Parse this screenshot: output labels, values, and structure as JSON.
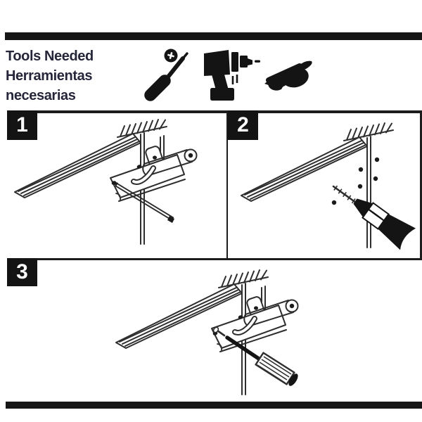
{
  "colors": {
    "background": "#ffffff",
    "divider_bar": "#161616",
    "line_art": "#2e2e2e",
    "badge_background": "#141414",
    "badge_text": "#ffffff",
    "tools_text": "#26263a"
  },
  "tools_section": {
    "lines": [
      "Tools Needed",
      "Herramientas",
      "necesarias"
    ],
    "icons": [
      {
        "name": "phillips-screwdriver-icon"
      },
      {
        "name": "power-drill-icon"
      },
      {
        "name": "safety-glasses-icon"
      }
    ]
  },
  "steps": [
    {
      "number": "1",
      "illustration": "mark-screw-holes-with-pencil-on-latch"
    },
    {
      "number": "2",
      "illustration": "drill-pilot-holes-at-marks"
    },
    {
      "number": "3",
      "illustration": "fasten-latch-with-screwdriver"
    }
  ]
}
